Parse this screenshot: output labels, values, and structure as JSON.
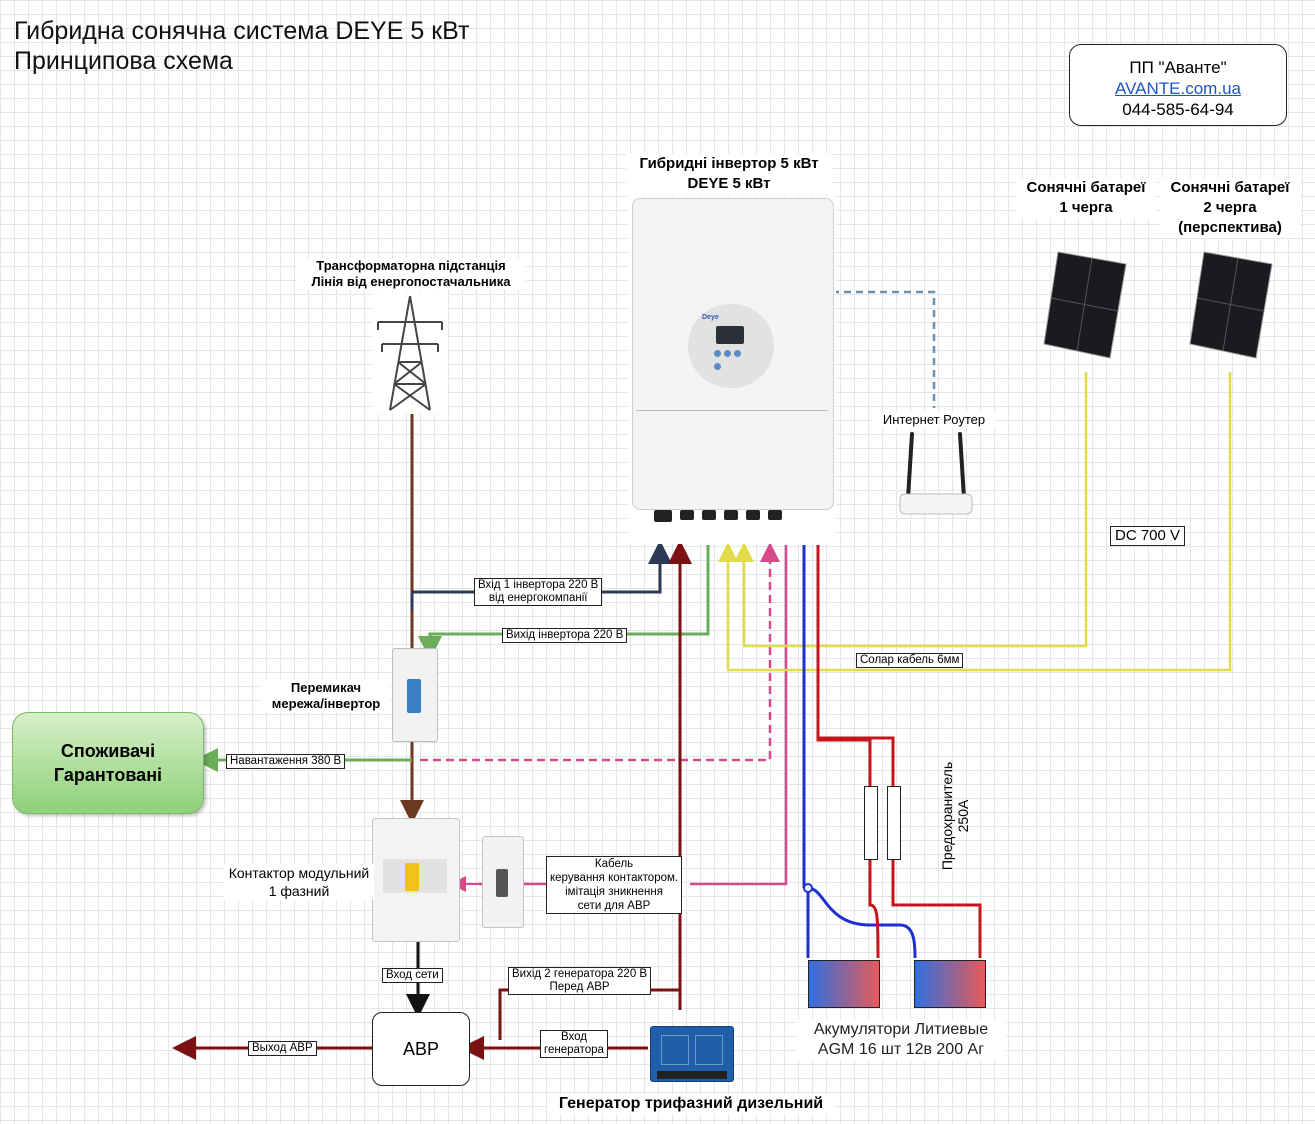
{
  "title": {
    "line1": "Гибридна сонячна система DEYE 5 кВт",
    "line2": "Принципова схема"
  },
  "company": {
    "name": "ПП \"Аванте\"",
    "website": "AVANTE.com.ua",
    "phone": "044-585-64-94"
  },
  "inverter": {
    "label_line1": "Гибридні інвертор 5 кВт",
    "label_line2": "DEYE 5 кВт",
    "brand": "Deye"
  },
  "solar_panels": [
    {
      "label_line1": "Сонячні батареї",
      "label_line2": "1 черга",
      "label_line3": ""
    },
    {
      "label_line1": "Сонячні батареї",
      "label_line2": "2 черга",
      "label_line3": "(перспектива)"
    }
  ],
  "substation": {
    "label_line1": "Трансформаторна підстанція",
    "label_line2": "Лінія від енергопостачальника"
  },
  "router": {
    "label": "Интернет Роутер"
  },
  "switch": {
    "label_line1": "Перемикач",
    "label_line2": "мережа/інвертор"
  },
  "consumers": {
    "label_line1": "Споживачі",
    "label_line2": "Гарантовані"
  },
  "contactor": {
    "label_line1": "Контактор модульний",
    "label_line2": "1 фазний"
  },
  "avr": {
    "label": "АВР"
  },
  "generator": {
    "label": "Генератор трифазний дизельний"
  },
  "batteries": {
    "label_line1": "Акумулятори Литиевые",
    "label_line2": "AGM 16 шт 12в 200 Аг"
  },
  "fuse": {
    "label_line1": "Предохранитель",
    "label_line2": "250А"
  },
  "cable_tags": {
    "input1": [
      "Вхід 1 інвертора 220 В",
      "від енергокомпанії"
    ],
    "output": "Вихід інвертора 220 В",
    "load": "Навантаження 380 В",
    "solar_cable": "Солар кабель 6мм",
    "dc_voltage": "DC 700 V",
    "control_cable": [
      "Кабель",
      "керування контактором.",
      "імітація зникнення",
      "сети для АВР"
    ],
    "grid_input": "Вход сети",
    "gen_output": [
      "Вихід 2 генератора 220 В",
      "Перед АВР"
    ],
    "gen_input": [
      "Вход",
      "генератора"
    ],
    "avr_output": "Выход АВР"
  },
  "colors": {
    "grid_brown": "#6b3a1e",
    "input_navy": "#2e3a55",
    "output_green": "#6aae5a",
    "control_pink": "#d64a8c",
    "solar_yellow": "#e3dc4a",
    "dc_red": "#c4141c",
    "dc_blue": "#1d2fcc",
    "generator_red": "#7a1212",
    "network_dash": "#6a8fb0"
  }
}
